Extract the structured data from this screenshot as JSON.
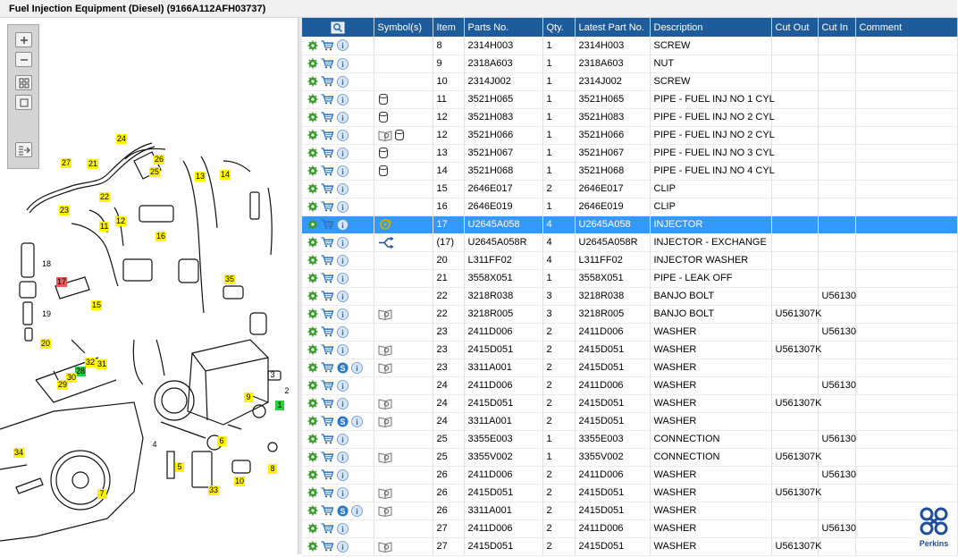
{
  "window": {
    "title": "Fuel Injection Equipment (Diesel) (9166A112AFH03737)"
  },
  "toolbar": {
    "zoom_in": "zoom-in-icon",
    "zoom_out": "zoom-out-icon",
    "fit_all": "fit-all-icon",
    "fit_page": "fit-page-icon",
    "export": "export-icon"
  },
  "diagram": {
    "callouts": [
      {
        "label": "24",
        "color": "yellow"
      },
      {
        "label": "27",
        "color": "yellow"
      },
      {
        "label": "21",
        "color": "yellow"
      },
      {
        "label": "26",
        "color": "yellow"
      },
      {
        "label": "25",
        "color": "yellow"
      },
      {
        "label": "13",
        "color": "yellow"
      },
      {
        "label": "14",
        "color": "yellow"
      },
      {
        "label": "22",
        "color": "yellow"
      },
      {
        "label": "23",
        "color": "yellow"
      },
      {
        "label": "12",
        "color": "yellow"
      },
      {
        "label": "11",
        "color": "yellow"
      },
      {
        "label": "16",
        "color": "yellow"
      },
      {
        "label": "18",
        "color": "none"
      },
      {
        "label": "17",
        "color": "red"
      },
      {
        "label": "19",
        "color": "none"
      },
      {
        "label": "15",
        "color": "yellow"
      },
      {
        "label": "35",
        "color": "yellow"
      },
      {
        "label": "20",
        "color": "yellow"
      },
      {
        "label": "32",
        "color": "yellow"
      },
      {
        "label": "31",
        "color": "yellow"
      },
      {
        "label": "28",
        "color": "green"
      },
      {
        "label": "30",
        "color": "yellow"
      },
      {
        "label": "29",
        "color": "yellow"
      },
      {
        "label": "9",
        "color": "yellow"
      },
      {
        "label": "1",
        "color": "green"
      },
      {
        "label": "2",
        "color": "none"
      },
      {
        "label": "3",
        "color": "none"
      },
      {
        "label": "4",
        "color": "none"
      },
      {
        "label": "6",
        "color": "yellow"
      },
      {
        "label": "34",
        "color": "yellow"
      },
      {
        "label": "5",
        "color": "yellow"
      },
      {
        "label": "8",
        "color": "yellow"
      },
      {
        "label": "10",
        "color": "yellow"
      },
      {
        "label": "33",
        "color": "yellow"
      },
      {
        "label": "7",
        "color": "yellow"
      }
    ]
  },
  "table": {
    "search_icon": "search-icon",
    "columns": [
      "",
      "Symbol(s)",
      "Item",
      "Parts No.",
      "Qty.",
      "Latest Part No.",
      "Description",
      "Cut Out",
      "Cut In",
      "Comment"
    ],
    "rows": [
      {
        "s": false,
        "sym": [],
        "item": "8",
        "part": "2314H003",
        "qty": "1",
        "latest": "2314H003",
        "desc": "SCREW",
        "cutout": "",
        "cutin": "",
        "comment": ""
      },
      {
        "s": false,
        "sym": [],
        "item": "9",
        "part": "2318A603",
        "qty": "1",
        "latest": "2318A603",
        "desc": "NUT",
        "cutout": "",
        "cutin": "",
        "comment": ""
      },
      {
        "s": false,
        "sym": [],
        "item": "10",
        "part": "2314J002",
        "qty": "1",
        "latest": "2314J002",
        "desc": "SCREW",
        "cutout": "",
        "cutin": "",
        "comment": ""
      },
      {
        "s": false,
        "sym": [
          "cyl"
        ],
        "item": "11",
        "part": "3521H065",
        "qty": "1",
        "latest": "3521H065",
        "desc": "PIPE - FUEL INJ NO 1 CYL",
        "cutout": "",
        "cutin": "",
        "comment": ""
      },
      {
        "s": false,
        "sym": [
          "cyl"
        ],
        "item": "12",
        "part": "3521H083",
        "qty": "1",
        "latest": "3521H083",
        "desc": "PIPE - FUEL INJ NO 2 CYL",
        "cutout": "",
        "cutin": "",
        "comment": ""
      },
      {
        "s": false,
        "sym": [
          "book",
          "cyl"
        ],
        "item": "12",
        "part": "3521H066",
        "qty": "1",
        "latest": "3521H066",
        "desc": "PIPE - FUEL INJ NO 2 CYL",
        "cutout": "",
        "cutin": "",
        "comment": ""
      },
      {
        "s": false,
        "sym": [
          "cyl"
        ],
        "item": "13",
        "part": "3521H067",
        "qty": "1",
        "latest": "3521H067",
        "desc": "PIPE - FUEL INJ NO 3 CYL",
        "cutout": "",
        "cutin": "",
        "comment": ""
      },
      {
        "s": false,
        "sym": [
          "cyl"
        ],
        "item": "14",
        "part": "3521H068",
        "qty": "1",
        "latest": "3521H068",
        "desc": "PIPE - FUEL INJ NO 4 CYL",
        "cutout": "",
        "cutin": "",
        "comment": ""
      },
      {
        "s": false,
        "sym": [],
        "item": "15",
        "part": "2646E017",
        "qty": "2",
        "latest": "2646E017",
        "desc": "CLIP",
        "cutout": "",
        "cutin": "",
        "comment": ""
      },
      {
        "s": false,
        "sym": [],
        "item": "16",
        "part": "2646E019",
        "qty": "1",
        "latest": "2646E019",
        "desc": "CLIP",
        "cutout": "",
        "cutin": "",
        "comment": ""
      },
      {
        "s": false,
        "sym": [
          "exchange"
        ],
        "item": "17",
        "part": "U2645A058",
        "qty": "4",
        "latest": "U2645A058",
        "desc": "INJECTOR",
        "cutout": "",
        "cutin": "",
        "comment": "",
        "selected": true
      },
      {
        "s": false,
        "sym": [
          "branch"
        ],
        "item": "(17)",
        "part": "U2645A058R",
        "qty": "4",
        "latest": "U2645A058R",
        "desc": "INJECTOR - EXCHANGE",
        "cutout": "",
        "cutin": "",
        "comment": ""
      },
      {
        "s": false,
        "sym": [],
        "item": "20",
        "part": "L311FF02",
        "qty": "4",
        "latest": "L311FF02",
        "desc": "INJECTOR WASHER",
        "cutout": "",
        "cutin": "",
        "comment": ""
      },
      {
        "s": false,
        "sym": [],
        "item": "21",
        "part": "3558X051",
        "qty": "1",
        "latest": "3558X051",
        "desc": "PIPE - LEAK OFF",
        "cutout": "",
        "cutin": "",
        "comment": ""
      },
      {
        "s": false,
        "sym": [],
        "item": "22",
        "part": "3218R038",
        "qty": "3",
        "latest": "3218R038",
        "desc": "BANJO BOLT",
        "cutout": "",
        "cutin": "U56130",
        "comment": ""
      },
      {
        "s": false,
        "sym": [
          "book"
        ],
        "item": "22",
        "part": "3218R005",
        "qty": "3",
        "latest": "3218R005",
        "desc": "BANJO BOLT",
        "cutout": "U561307K",
        "cutin": "",
        "comment": ""
      },
      {
        "s": false,
        "sym": [],
        "item": "23",
        "part": "2411D006",
        "qty": "2",
        "latest": "2411D006",
        "desc": "WASHER",
        "cutout": "",
        "cutin": "U56130",
        "comment": ""
      },
      {
        "s": false,
        "sym": [
          "book"
        ],
        "item": "23",
        "part": "2415D051",
        "qty": "2",
        "latest": "2415D051",
        "desc": "WASHER",
        "cutout": "U561307K",
        "cutin": "",
        "comment": ""
      },
      {
        "s": true,
        "sym": [
          "book"
        ],
        "item": "23",
        "part": "3311A001",
        "qty": "2",
        "latest": "2415D051",
        "desc": "WASHER",
        "cutout": "",
        "cutin": "",
        "comment": ""
      },
      {
        "s": false,
        "sym": [],
        "item": "24",
        "part": "2411D006",
        "qty": "2",
        "latest": "2411D006",
        "desc": "WASHER",
        "cutout": "",
        "cutin": "U56130",
        "comment": ""
      },
      {
        "s": false,
        "sym": [
          "book"
        ],
        "item": "24",
        "part": "2415D051",
        "qty": "2",
        "latest": "2415D051",
        "desc": "WASHER",
        "cutout": "U561307K",
        "cutin": "",
        "comment": ""
      },
      {
        "s": true,
        "sym": [
          "book"
        ],
        "item": "24",
        "part": "3311A001",
        "qty": "2",
        "latest": "2415D051",
        "desc": "WASHER",
        "cutout": "",
        "cutin": "",
        "comment": ""
      },
      {
        "s": false,
        "sym": [],
        "item": "25",
        "part": "3355E003",
        "qty": "1",
        "latest": "3355E003",
        "desc": "CONNECTION",
        "cutout": "",
        "cutin": "U56130",
        "comment": ""
      },
      {
        "s": false,
        "sym": [
          "book"
        ],
        "item": "25",
        "part": "3355V002",
        "qty": "1",
        "latest": "3355V002",
        "desc": "CONNECTION",
        "cutout": "U561307K",
        "cutin": "",
        "comment": ""
      },
      {
        "s": false,
        "sym": [],
        "item": "26",
        "part": "2411D006",
        "qty": "2",
        "latest": "2411D006",
        "desc": "WASHER",
        "cutout": "",
        "cutin": "U56130",
        "comment": ""
      },
      {
        "s": false,
        "sym": [
          "book"
        ],
        "item": "26",
        "part": "2415D051",
        "qty": "2",
        "latest": "2415D051",
        "desc": "WASHER",
        "cutout": "U561307K",
        "cutin": "",
        "comment": ""
      },
      {
        "s": true,
        "sym": [
          "book"
        ],
        "item": "26",
        "part": "3311A001",
        "qty": "2",
        "latest": "2415D051",
        "desc": "WASHER",
        "cutout": "",
        "cutin": "",
        "comment": ""
      },
      {
        "s": false,
        "sym": [],
        "item": "27",
        "part": "2411D006",
        "qty": "2",
        "latest": "2411D006",
        "desc": "WASHER",
        "cutout": "",
        "cutin": "U56130",
        "comment": ""
      },
      {
        "s": false,
        "sym": [
          "book"
        ],
        "item": "27",
        "part": "2415D051",
        "qty": "2",
        "latest": "2415D051",
        "desc": "WASHER",
        "cutout": "U561307K",
        "cutin": "",
        "comment": ""
      }
    ]
  },
  "logo": {
    "text": "Perkins",
    "color": "#1e4e9c"
  },
  "colors": {
    "header": "#1e5b9a",
    "selected": "#3399ff",
    "callout": "#fff200"
  }
}
